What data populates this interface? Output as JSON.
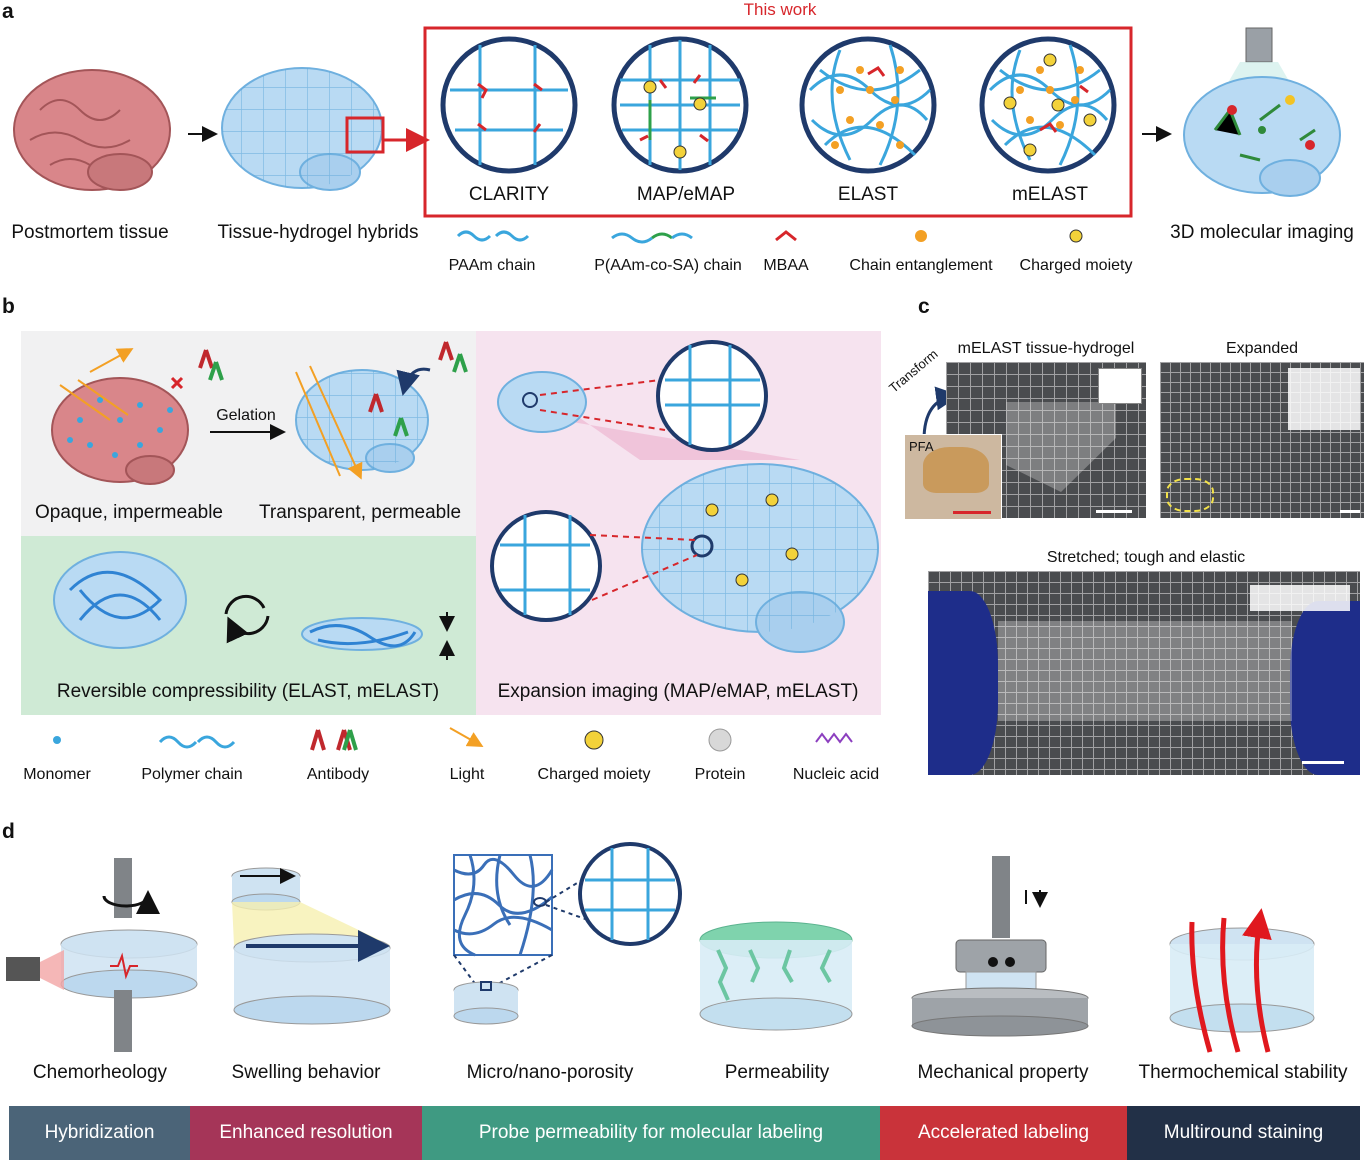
{
  "panels": {
    "a": "a",
    "b": "b",
    "c": "c",
    "d": "d"
  },
  "panel_a": {
    "this_work": "This work",
    "left_captions": [
      "Postmortem tissue",
      "Tissue-hydrogel hybrids"
    ],
    "methods": [
      "CLARITY",
      "MAP/eMAP",
      "ELAST",
      "mELAST"
    ],
    "right_caption": "3D molecular imaging",
    "legend": [
      "PAAm chain",
      "P(AAm-co-SA) chain",
      "MBAA",
      "Chain entanglement",
      "Charged moiety"
    ]
  },
  "panel_b": {
    "gelation": "Gelation",
    "opaque": "Opaque, impermeable",
    "transparent": "Transparent, permeable",
    "compress": "Reversible compressibility (ELAST, mELAST)",
    "expansion": "Expansion imaging (MAP/eMAP, mELAST)",
    "legend": [
      "Monomer",
      "Polymer chain",
      "Antibody",
      "Light",
      "Charged moiety",
      "Protein",
      "Nucleic acid"
    ]
  },
  "panel_c": {
    "tissue_hydrogel": "mELAST tissue-hydrogel",
    "expanded": "Expanded",
    "transform": "Transform",
    "pfa": "PFA",
    "stretched": "Stretched; tough and elastic"
  },
  "panel_d": {
    "items": [
      "Chemorheology",
      "Swelling behavior",
      "Micro/nano-porosity",
      "Permeability",
      "Mechanical property",
      "Thermochemical stability"
    ],
    "bars": [
      {
        "label": "Hybridization",
        "color": "#4b6478"
      },
      {
        "label": "Enhanced resolution",
        "color": "#a53558"
      },
      {
        "label": "Probe permeability for molecular labeling",
        "color": "#3f9a82"
      },
      {
        "label": "Accelerated labeling",
        "color": "#c9333a"
      },
      {
        "label": "Multiround staining",
        "color": "#223047"
      }
    ]
  },
  "colors": {
    "red": "#d7262b",
    "brain_pink": "#d9868a",
    "gel_blue": "#a9cfee",
    "chain_blue": "#3aa6dd",
    "navy": "#1f3a6b",
    "orange": "#f3a024",
    "green": "#2ea04a"
  }
}
